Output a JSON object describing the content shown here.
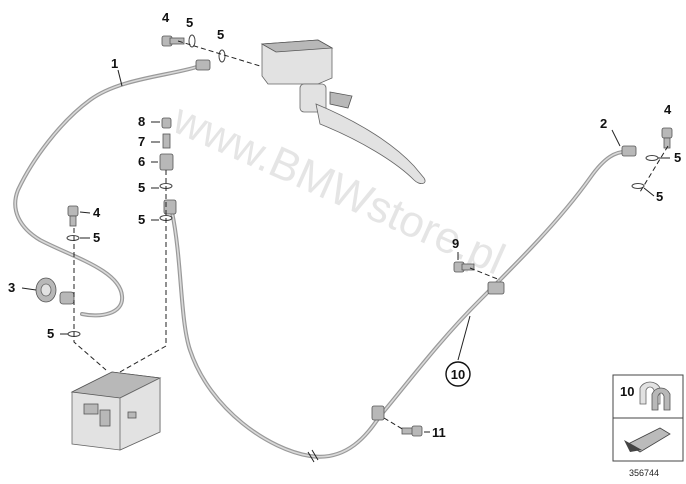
{
  "watermark": "www.BMWstore.pl",
  "part_numbers": {
    "p1": "1",
    "p2": "2",
    "p3": "3",
    "p4a": "4",
    "p4b": "4",
    "p4c": "4",
    "p5a": "5",
    "p5b": "5",
    "p5c": "5",
    "p5d": "5",
    "p5e": "5",
    "p5f": "5",
    "p5g": "5",
    "p5h": "5",
    "p6": "6",
    "p7": "7",
    "p8": "8",
    "p9": "9",
    "p10": "10",
    "p11": "11"
  },
  "legend": {
    "ref": "10"
  },
  "diagram_number": "356744"
}
